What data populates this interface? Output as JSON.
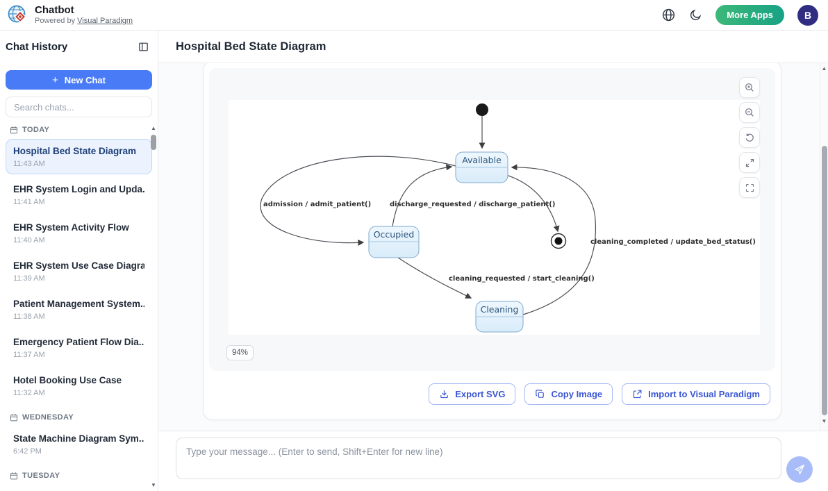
{
  "colors": {
    "accent_blue": "#4a7bf7",
    "selected_chat_bg": "#ecf3fe",
    "selected_chat_border": "#bfd6f9",
    "more_apps_start": "#3cb878",
    "more_apps_end": "#18a285",
    "avatar_bg": "#312e81",
    "action_blue": "#3a56d4",
    "action_border": "#a3b6f3",
    "send_bg": "#a7bcf9",
    "state_border": "#7fa8c9",
    "state_text": "#2a537a",
    "edge_color": "#4a4f55"
  },
  "header": {
    "app_title": "Chatbot",
    "powered_by_prefix": "Powered by",
    "powered_by_link": "Visual Paradigm",
    "more_apps_label": "More Apps",
    "avatar_initial": "B"
  },
  "sidebar": {
    "title": "Chat History",
    "new_chat_label": "New Chat",
    "search_placeholder": "Search chats...",
    "sections": [
      {
        "label": "TODAY",
        "items": [
          {
            "title": "Hospital Bed State Diagram",
            "time": "11:43 AM",
            "selected": true
          },
          {
            "title": "EHR System Login and Upda...",
            "time": "11:41 AM"
          },
          {
            "title": "EHR System Activity Flow",
            "time": "11:40 AM"
          },
          {
            "title": "EHR System Use Case Diagram",
            "time": "11:39 AM"
          },
          {
            "title": "Patient Management System...",
            "time": "11:38 AM"
          },
          {
            "title": "Emergency Patient Flow Dia...",
            "time": "11:37 AM"
          },
          {
            "title": "Hotel Booking Use Case",
            "time": "11:32 AM"
          }
        ]
      },
      {
        "label": "WEDNESDAY",
        "items": [
          {
            "title": "State Machine Diagram Sym...",
            "time": "6:42 PM"
          }
        ]
      },
      {
        "label": "TUESDAY",
        "items": []
      }
    ]
  },
  "main": {
    "page_title": "Hospital Bed State Diagram",
    "zoom_badge": "94%",
    "actions": [
      {
        "label": "Export SVG",
        "icon": "download-icon"
      },
      {
        "label": "Copy Image",
        "icon": "copy-icon"
      },
      {
        "label": "Import to Visual Paradigm",
        "icon": "external-link-icon"
      }
    ]
  },
  "composer": {
    "placeholder": "Type your message... (Enter to send, Shift+Enter for new line)"
  },
  "diagram": {
    "type": "uml-state-diagram",
    "states": [
      {
        "name": "Available"
      },
      {
        "name": "Occupied"
      },
      {
        "name": "Cleaning"
      }
    ],
    "pseudostates": [
      "initial",
      "final"
    ],
    "transitions": [
      {
        "from": "initial",
        "to": "Available",
        "label": ""
      },
      {
        "from": "Available",
        "to": "Occupied",
        "label": "admission / admit_patient()"
      },
      {
        "from": "Occupied",
        "to": "Available",
        "label": "discharge_requested / discharge_patient()"
      },
      {
        "from": "Available",
        "to": "final",
        "label": ""
      },
      {
        "from": "Occupied",
        "to": "Cleaning",
        "label": "cleaning_requested / start_cleaning()"
      },
      {
        "from": "Cleaning",
        "to": "Available",
        "label": "cleaning_completed / update_bed_status()"
      }
    ]
  }
}
